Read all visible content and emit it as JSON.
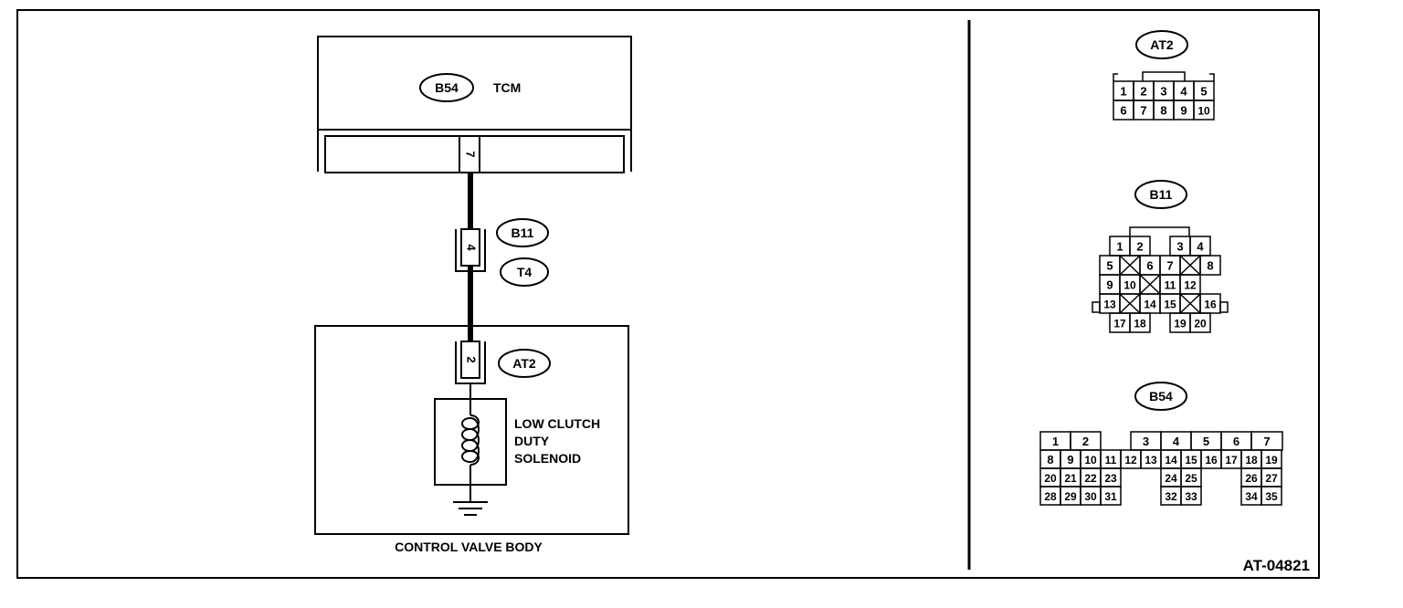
{
  "wiring": {
    "tcm_connector": "B54",
    "tcm_label": "TCM",
    "tcm_pin": "7",
    "joint_pin": "4",
    "joint_connectors": [
      "B11",
      "T4"
    ],
    "solenoid_connector": "AT2",
    "solenoid_pin": "2",
    "solenoid_label": [
      "LOW CLUTCH",
      "DUTY",
      "SOLENOID"
    ],
    "control_valve_label": "CONTROL VALVE BODY"
  },
  "connectors": {
    "at2": {
      "label": "AT2",
      "rows": [
        [
          "1",
          "2",
          "3",
          "4",
          "5"
        ],
        [
          "6",
          "7",
          "8",
          "9",
          "10"
        ]
      ]
    },
    "b11": {
      "label": "B11",
      "rows": [
        [
          "1",
          "2",
          "",
          "3",
          "4"
        ],
        [
          "5",
          "X",
          "6",
          "7",
          "X",
          "8"
        ],
        [
          "9",
          "10",
          "X",
          "11",
          "12"
        ],
        [
          "13",
          "X",
          "14",
          "15",
          "X",
          "16"
        ],
        [
          "17",
          "18",
          "",
          "19",
          "20"
        ]
      ]
    },
    "b54": {
      "label": "B54",
      "rows": [
        [
          "1",
          "2",
          "",
          "",
          "3",
          "4",
          "5",
          "6",
          "7"
        ],
        [
          "8",
          "9",
          "10",
          "11",
          "12",
          "13",
          "14",
          "15",
          "16",
          "17",
          "18",
          "19"
        ],
        [
          "20",
          "21",
          "22",
          "23",
          "",
          "",
          "24",
          "25",
          "",
          "",
          "26",
          "27"
        ],
        [
          "28",
          "29",
          "30",
          "31",
          "",
          "",
          "32",
          "33",
          "",
          "",
          "34",
          "35"
        ]
      ]
    }
  },
  "figure_id": "AT-04821"
}
